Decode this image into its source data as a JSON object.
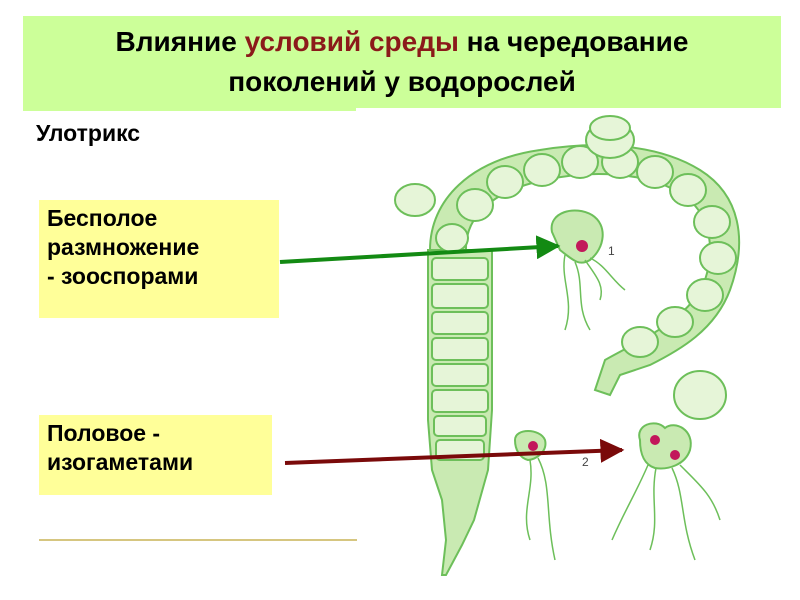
{
  "title": {
    "part1": "Влияние ",
    "accent": "условий среды",
    "part2": "  на чередование",
    "line2": "поколений у водорослей"
  },
  "subtitle": "Улотрикс",
  "labels": {
    "asexual": [
      "Бесполое",
      "размножение",
      "- зооспорами"
    ],
    "sexual": [
      "Половое -",
      "изогаметами"
    ]
  },
  "figure_numbers": {
    "zoospore": "1",
    "gametes": "2"
  },
  "colors": {
    "title_bg": "#ccff99",
    "label_bg": "#ffff99",
    "accent_text": "#8b1a1a",
    "arrow_asexual": "#138a13",
    "arrow_sexual": "#7a0a0a",
    "algae_fill": "#c9eab2",
    "algae_stroke": "#6dbf5a"
  }
}
